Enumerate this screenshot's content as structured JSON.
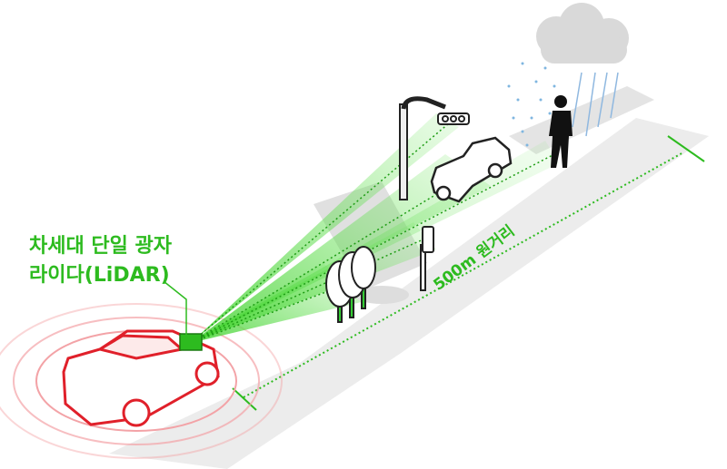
{
  "labels": {
    "lidar_line1": "차세대 단일 광자",
    "lidar_line2": "라이다(LiDAR)",
    "distance": "500m 원거리"
  },
  "colors": {
    "accent_green": "#2dbb1f",
    "beam_green": "#5be04a",
    "car_red": "#e0202a",
    "road_gray": "#e6e6e6",
    "rain_blue": "#7fb6e0"
  }
}
